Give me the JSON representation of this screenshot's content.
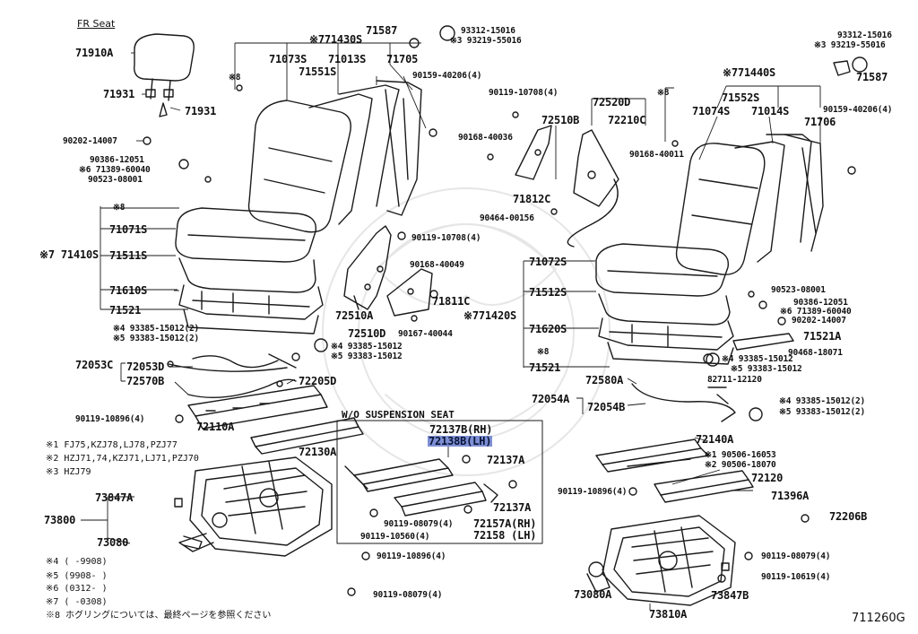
{
  "diagram": {
    "section_title": "FR Seat",
    "diagram_code": "711260G",
    "inset_title": "W/O SUSPENSION SEAT",
    "labels": {
      "p71910A": "71910A",
      "p71931a": "71931",
      "p71931b": "71931",
      "p90202_14007": "90202-14007",
      "p90386_12051": "90386-12051",
      "p71389_60040": "※6 71389-60040",
      "p90523_08001": "90523-08001",
      "p71430S": "※771430S",
      "p71587": "71587",
      "p93312_15016": "93312-15016",
      "p93219_55016": "※3 93219-55016",
      "p8a": "※8",
      "p71073S": "71073S",
      "p71013S": "71013S",
      "p71705": "71705",
      "p71551S": "71551S",
      "p90159_40206": "90159-40206(4)",
      "p8b": "※8",
      "p71071S": "71071S",
      "p71410S": "※7 71410S",
      "p71511S": "71511S",
      "p71610S": "71610S",
      "p71521": "71521",
      "p93385a": "※4 93385-15012(2)",
      "p93383a": "※5 93383-15012(2)",
      "p72053C": "72053C",
      "p72053D": "72053D",
      "p72570B": "72570B",
      "p93385b": "※4 93385-15012",
      "p93383b": "※5 93383-15012",
      "p72205D": "72205D",
      "p90119_10896a": "90119-10896(4)",
      "p72110A": "72110A",
      "p72130A": "72130A",
      "p90119_10708a": "90119-10708(4)",
      "p90168_40049": "90168-40049",
      "p71811C": "71811C",
      "p72510A": "72510A",
      "p72510D": "72510D",
      "p90167_40044": "90167-40044",
      "p90119_10708b": "90119-10708(4)",
      "p72520D": "72520D",
      "p72510B": "72510B",
      "p72210C": "72210C",
      "p90168_40036": "90168-40036",
      "p90168_40011": "90168-40011",
      "p71812C": "71812C",
      "p90464_00156": "90464-00156",
      "p71440S": "※771440S",
      "p71587b": "71587",
      "p93312_15016b": "93312-15016",
      "p93219_55016b": "※3 93219-55016",
      "p8c": "※8",
      "p71552S": "71552S",
      "p71074S": "71074S",
      "p71014S": "71014S",
      "p71706": "71706",
      "p90159_40206b": "90159-40206(4)",
      "p71072S": "71072S",
      "p71512S": "71512S",
      "p71420S": "※771420S",
      "p71620S": "71620S",
      "p8d": "※8",
      "p71521b": "71521",
      "p90523_08001b": "90523-08001",
      "p90386_12051b": "90386-12051",
      "p71389_60040b": "※6 71389-60040",
      "p90202_14007b": "90202-14007",
      "p71521A": "71521A",
      "p90468_18071": "90468-18071",
      "p93385c": "※4 93385-15012",
      "p93383c": "※5 93383-15012",
      "p72580A": "72580A",
      "p82711_12120": "82711-12120",
      "p72054A": "72054A",
      "p72054B": "72054B",
      "p93385d": "※4 93385-15012(2)",
      "p93383d": "※5 93383-15012(2)",
      "p72140A": "72140A",
      "p90506_16053": "※1 90506-16053",
      "p90506_18070": "※2 90506-18070",
      "p90119_10896b": "90119-10896(4)",
      "p72120": "72120",
      "p71396A": "71396A",
      "p72206B": "72206B",
      "p90119_08079b": "90119-08079(4)",
      "p90119_10619": "90119-10619(4)",
      "p73080A": "73080A",
      "p73847Bb": "73847B",
      "p73810A": "73810A",
      "p72137B": "72137B(RH)",
      "p72138B": "72138B(LH)",
      "p72137Aa": "72137A",
      "p72137Ab": "72137A",
      "p90119_08079a": "90119-08079(4)",
      "p72157A": "72157A(RH)",
      "p72158": "72158   (LH)",
      "p90119_10560": "90119-10560(4)",
      "p73847A": "73847A",
      "p73800": "73800",
      "p73080": "73080",
      "p90119_10896c": "90119-10896(4)",
      "p90119_08079c": "90119-08079(4)"
    },
    "notes": [
      "※1  FJ75,KZJ78,LJ78,PZJ77",
      "※2  HZJ71,74,KZJ71,LJ71,PZJ70",
      "※3  HZJ79",
      "※4 (      -9908)",
      "※5 (9908-      )",
      "※6 (0312-      )",
      "※7 (      -0308)",
      "※8  ホグリングについては、最終ページを参照ください"
    ],
    "highlight_color": "#7d8fd4"
  }
}
